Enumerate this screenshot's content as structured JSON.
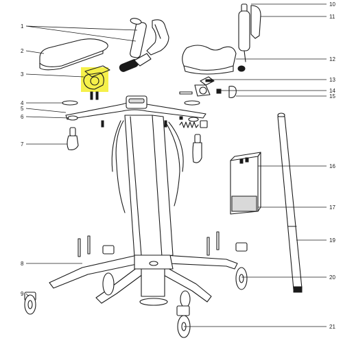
{
  "highlight_color": "#f5f04a",
  "callouts_left": [
    "1",
    "2",
    "3",
    "4",
    "5",
    "6",
    "7",
    "8",
    "9"
  ],
  "callouts_right": [
    "10",
    "11",
    "12",
    "13",
    "14",
    "15",
    "16",
    "17",
    "19",
    "20",
    "21"
  ]
}
